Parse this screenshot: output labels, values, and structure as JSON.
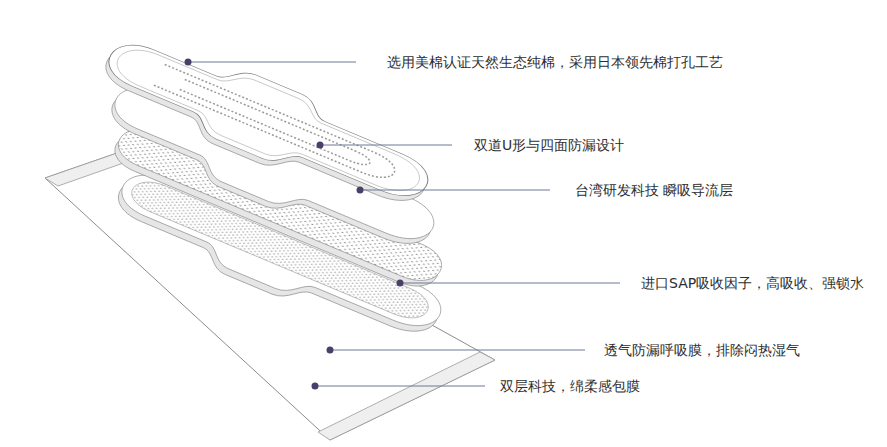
{
  "diagram": {
    "labels": [
      "选用美棉认证天然生态纯棉，采用日本领先棉打孔工艺",
      "双道U形与四面防漏设计",
      "台湾研发科技 瞬吸导流层",
      "进口SAP吸收因子，高吸收、强锁水",
      "透气防漏呼吸膜，排除闷热湿气",
      "双层科技，绵柔感包膜"
    ]
  }
}
